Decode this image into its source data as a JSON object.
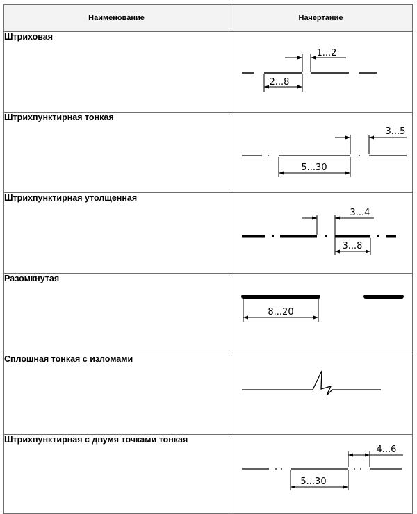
{
  "table": {
    "headers": {
      "name": "Наименование",
      "drawing": "Начертание"
    },
    "rows": [
      {
        "name": "Штриховая",
        "dims": [
          "1...2",
          "2...8"
        ]
      },
      {
        "name": "Штрихпунктирная тонкая",
        "dims": [
          "3...5",
          "5...30"
        ]
      },
      {
        "name": "Штрихпунктирная утолщенная",
        "dims": [
          "3...4",
          "3...8"
        ]
      },
      {
        "name": "Разомкнутая",
        "dims": [
          "8...20"
        ]
      },
      {
        "name": "Сплошная тонкая с изломами",
        "dims": []
      },
      {
        "name": "Штрихпунктирная с двумя точками тонкая",
        "dims": [
          "4...6",
          "5...30"
        ]
      }
    ]
  }
}
